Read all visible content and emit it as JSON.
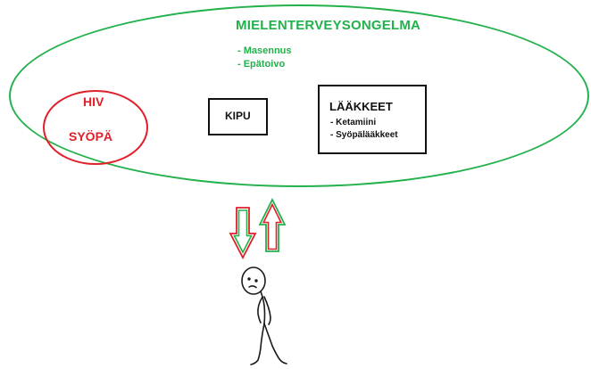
{
  "diagram": {
    "mental_health": {
      "title": "MIELENTERVEYSONGELMA",
      "items": [
        "- Masennus",
        "- Epätoivo"
      ]
    },
    "diseases": {
      "items": [
        "HIV",
        "SYÖPÄ"
      ]
    },
    "pain": {
      "label": "KIPU"
    },
    "medication": {
      "title": "LÄÄKKEET",
      "items": [
        "- Ketamiini",
        "- Syöpälääkkeet"
      ]
    }
  },
  "colors": {
    "green": "#22b14c",
    "red": "#e0202a",
    "black": "#111111"
  },
  "icons": {
    "down_arrow": "down-arrow-icon",
    "up_arrow": "up-arrow-icon",
    "figure": "sad-stick-figure"
  }
}
